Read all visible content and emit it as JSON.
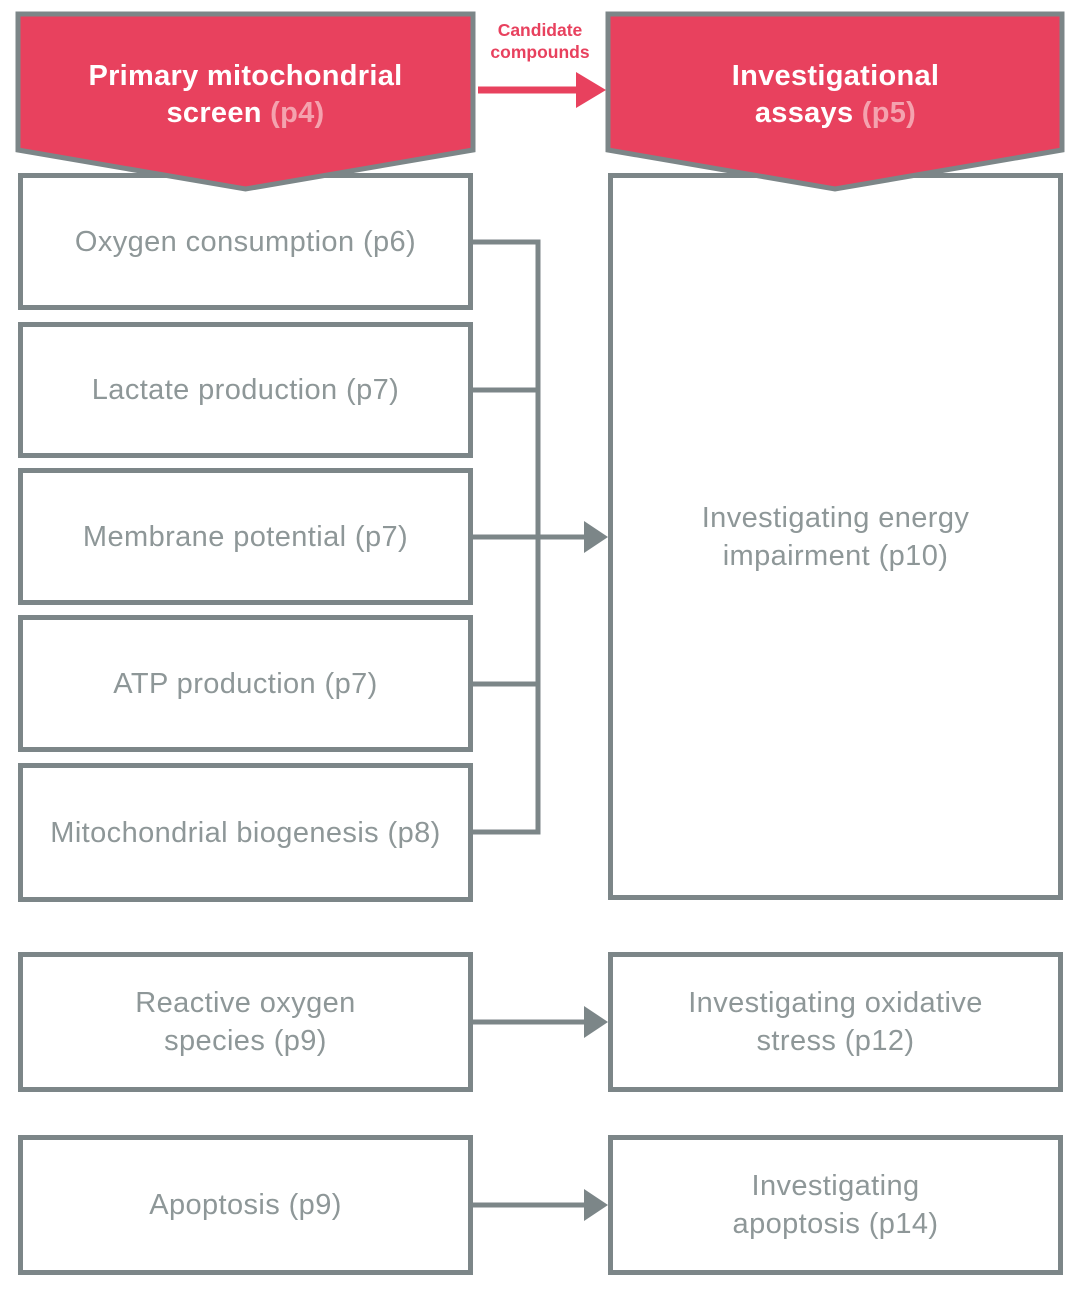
{
  "colors": {
    "red": "#e8415e",
    "pink": "#f4a2ae",
    "line": "#7c8688",
    "text": "#8e9798"
  },
  "primary": {
    "banner": {
      "title": "Primary mitochondrial screen",
      "page": "(p4)"
    },
    "boxes": [
      {
        "lines": [
          "Oxygen consumption (p6)"
        ]
      },
      {
        "lines": [
          "Lactate production (p7)"
        ]
      },
      {
        "lines": [
          "Membrane potential (p7)"
        ]
      },
      {
        "lines": [
          "ATP production (p7)"
        ]
      },
      {
        "lines": [
          "Mitochondrial biogenesis (p8)"
        ]
      },
      {
        "lines": [
          "Reactive oxygen",
          "species (p9)"
        ]
      },
      {
        "lines": [
          "Apoptosis (p9)"
        ]
      }
    ]
  },
  "investigational": {
    "banner": {
      "title": "Investigational assays",
      "page": "(p5)"
    },
    "boxes": [
      {
        "lines": [
          "Investigating energy",
          "impairment (p10)"
        ]
      },
      {
        "lines": [
          "Investigating oxidative",
          "stress (p12)"
        ]
      },
      {
        "lines": [
          "Investigating",
          "apoptosis (p14)"
        ]
      }
    ]
  },
  "connector_label": {
    "lines": [
      "Candidate",
      "compounds"
    ]
  }
}
